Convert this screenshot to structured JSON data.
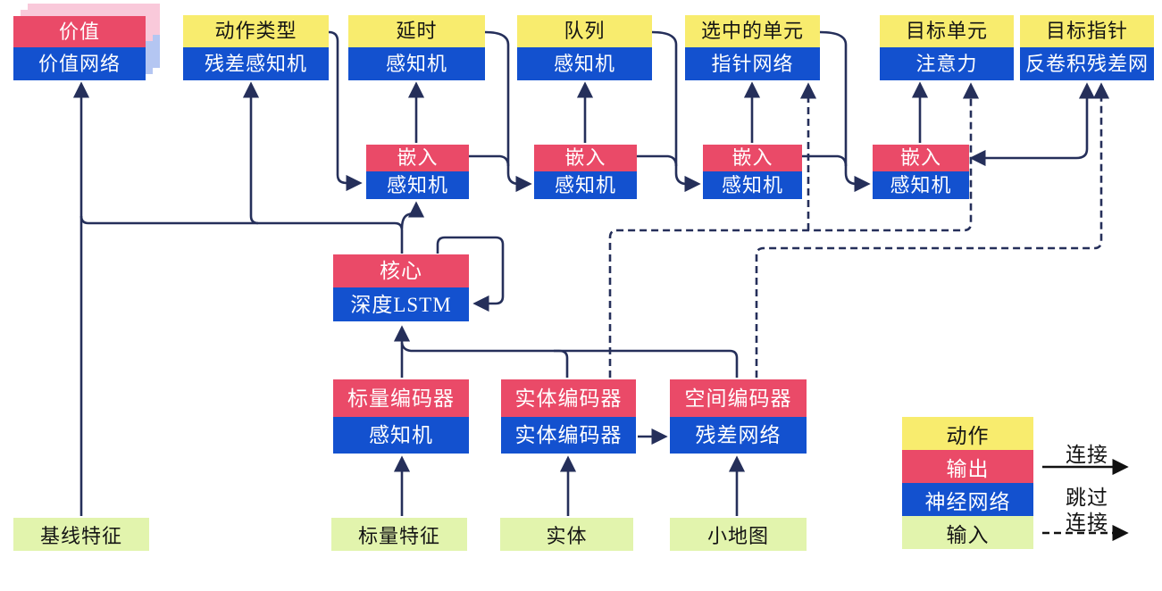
{
  "boxes": {
    "value": {
      "top": "价值",
      "bottom": "价值网络"
    },
    "action_type": {
      "top": "动作类型",
      "bottom": "残差感知机"
    },
    "delay": {
      "top": "延时",
      "bottom": "感知机"
    },
    "queue": {
      "top": "队列",
      "bottom": "感知机"
    },
    "selected_units": {
      "top": "选中的单元",
      "bottom": "指针网络"
    },
    "target_unit": {
      "top": "目标单元",
      "bottom": "注意力"
    },
    "target_point": {
      "top": "目标指针",
      "bottom": "反卷积残差网"
    },
    "embed1": {
      "top": "嵌入",
      "bottom": "感知机"
    },
    "embed2": {
      "top": "嵌入",
      "bottom": "感知机"
    },
    "embed3": {
      "top": "嵌入",
      "bottom": "感知机"
    },
    "embed4": {
      "top": "嵌入",
      "bottom": "感知机"
    },
    "core": {
      "top": "核心",
      "bottom": "深度LSTM"
    },
    "scalar_encoder": {
      "top": "标量编码器",
      "bottom": "感知机"
    },
    "entity_encoder": {
      "top": "实体编码器",
      "bottom": "实体编码器"
    },
    "spatial_encoder": {
      "top": "空间编码器",
      "bottom": "残差网络"
    }
  },
  "inputs": {
    "baseline": "基线特征",
    "scalar": "标量特征",
    "entity": "实体",
    "minimap": "小地图"
  },
  "legend": {
    "action": "动作",
    "output": "输出",
    "network": "神经网络",
    "input": "输入",
    "connection": "连接",
    "skip_line1": "跳过",
    "skip_line2": "连接"
  },
  "colors": {
    "action_yellow": "#F8EC6E",
    "output_red": "#EA4A68",
    "network_blue": "#1351CF",
    "input_green": "#E2F4AD",
    "connector_navy": "#252F5A",
    "value_shadow_pink": "#F9C9DA",
    "value_shadow_blue": "#B4C6F2",
    "legend_arrow_black": "#111111"
  }
}
